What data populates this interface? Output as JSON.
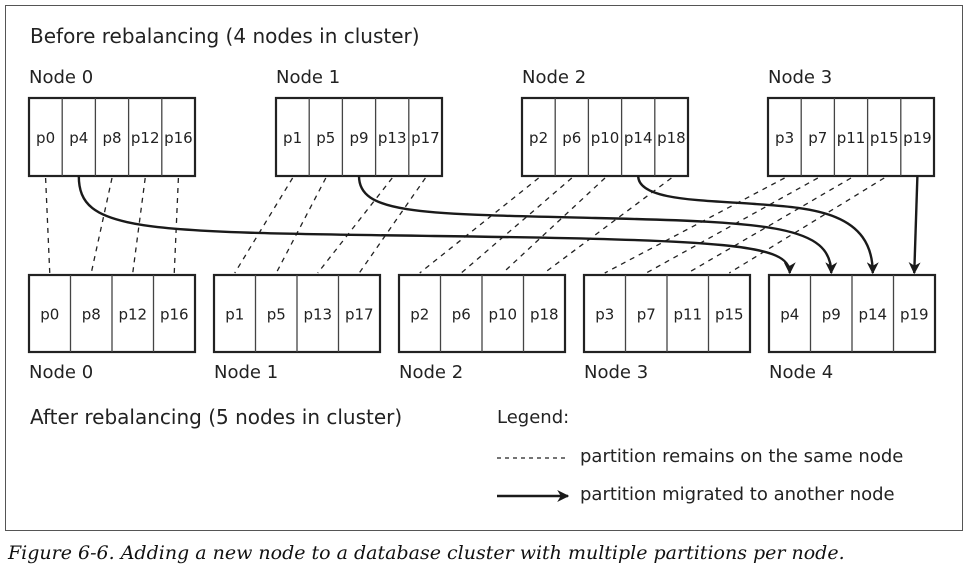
{
  "before_title": "Before rebalancing (4 nodes in cluster)",
  "after_title": "After rebalancing (5 nodes in cluster)",
  "before_nodes": [
    {
      "label": "Node 0",
      "partitions": [
        "p0",
        "p4",
        "p8",
        "p12",
        "p16"
      ]
    },
    {
      "label": "Node 1",
      "partitions": [
        "p1",
        "p5",
        "p9",
        "p13",
        "p17"
      ]
    },
    {
      "label": "Node 2",
      "partitions": [
        "p2",
        "p6",
        "p10",
        "p14",
        "p18"
      ]
    },
    {
      "label": "Node 3",
      "partitions": [
        "p3",
        "p7",
        "p11",
        "p15",
        "p19"
      ]
    }
  ],
  "after_nodes": [
    {
      "label": "Node 0",
      "partitions": [
        "p0",
        "p8",
        "p12",
        "p16"
      ]
    },
    {
      "label": "Node 1",
      "partitions": [
        "p1",
        "p5",
        "p13",
        "p17"
      ]
    },
    {
      "label": "Node 2",
      "partitions": [
        "p2",
        "p6",
        "p10",
        "p18"
      ]
    },
    {
      "label": "Node 3",
      "partitions": [
        "p3",
        "p7",
        "p11",
        "p15"
      ]
    },
    {
      "label": "Node 4",
      "partitions": [
        "p4",
        "p9",
        "p14",
        "p19"
      ]
    }
  ],
  "legend": {
    "title": "Legend:",
    "dashed": "partition remains on the same node",
    "arrow": "partition migrated to another node"
  },
  "caption": "Figure 6-6. Adding a new node to a database cluster with multiple partitions per node."
}
